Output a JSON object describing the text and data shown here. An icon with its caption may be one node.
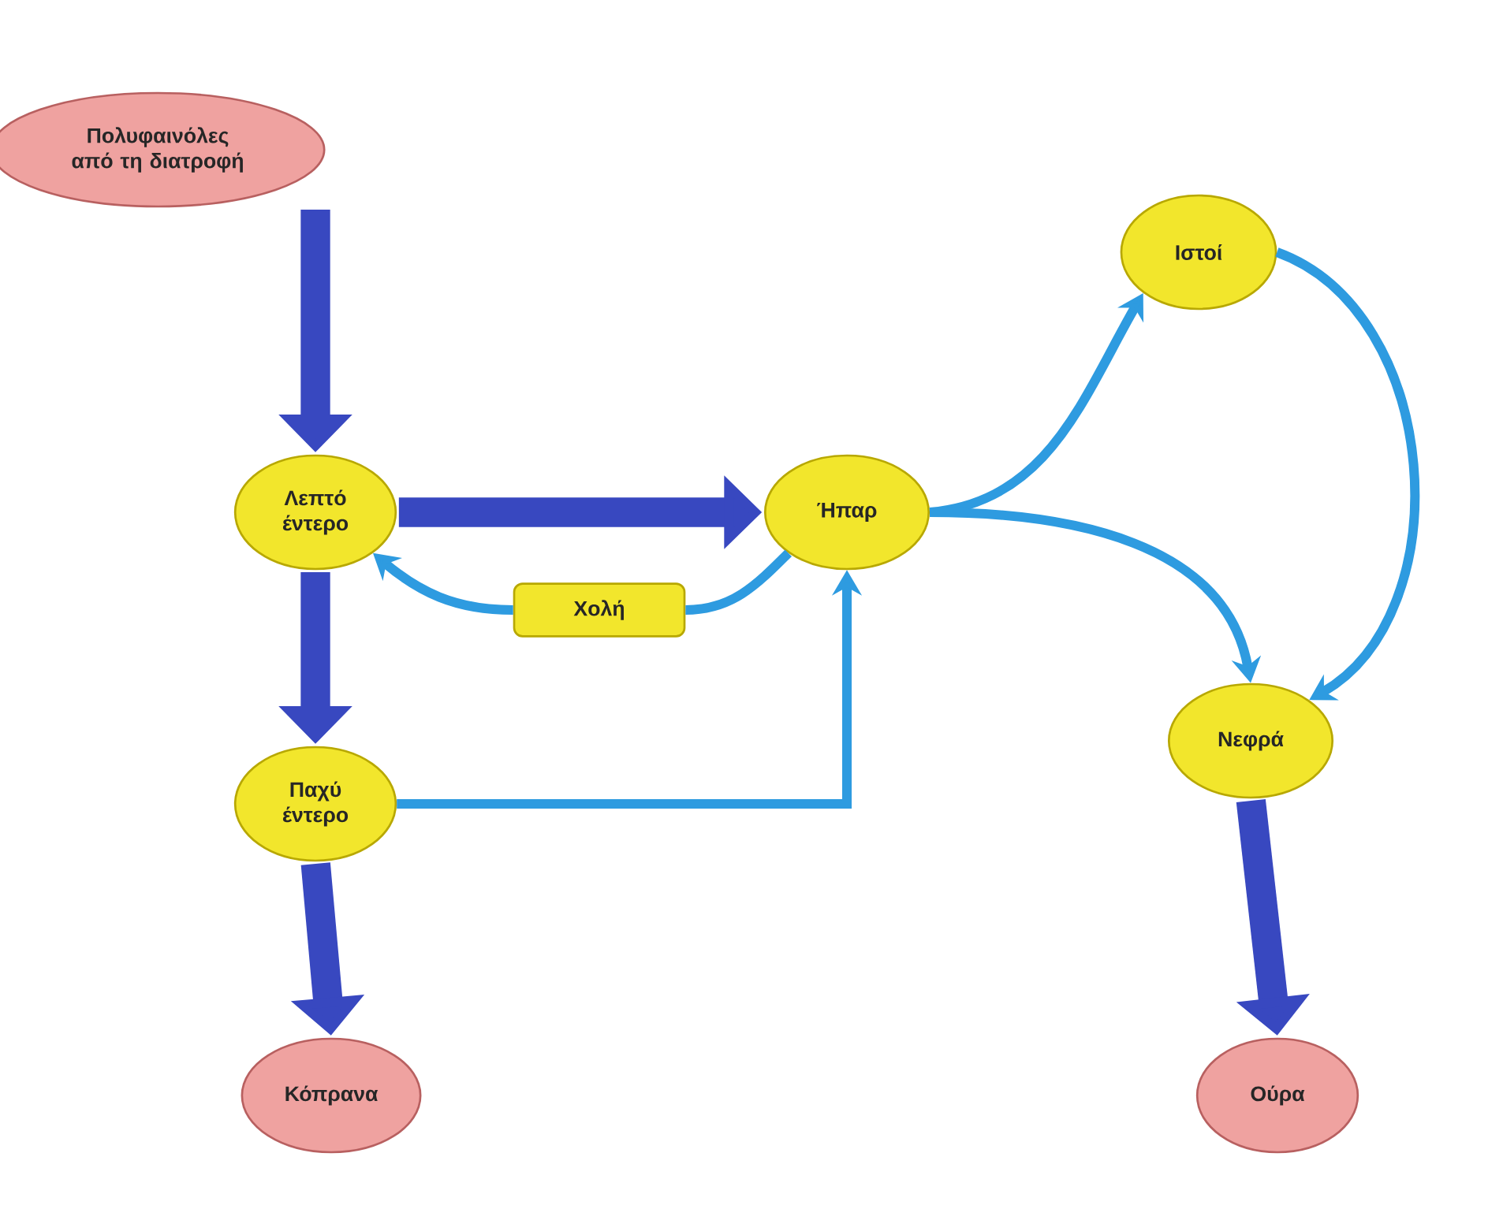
{
  "diagram": {
    "nodes": [
      {
        "text": [
          "Πολυφαινόλες από τη διατροφή"
        ]
      },
      {
        "text": [
          "Λεπτό έντερο"
        ]
      },
      {
        "text": [
          "Ήπαρ"
        ]
      },
      {
        "text": [
          "Χολή"
        ]
      },
      {
        "text": [
          "Παχύ έντερο"
        ]
      },
      {
        "text": [
          "Κόπρανα"
        ]
      },
      {
        "text": [
          "Ιστοί"
        ]
      },
      {
        "text": [
          "Νεφρά"
        ]
      },
      {
        "text": [
          "Ούρα"
        ]
      }
    ],
    "edges": [
      {
        "from": 0,
        "to": 1,
        "arrow": "to",
        "style": "thick",
        "color": "#3848c0"
      },
      {
        "from": 1,
        "to": 2,
        "arrow": "to",
        "style": "thick",
        "color": "#3848c0"
      },
      {
        "from": 1,
        "to": 4,
        "arrow": "to",
        "style": "thick",
        "color": "#3848c0"
      },
      {
        "from": 4,
        "to": 5,
        "arrow": "to",
        "style": "thick",
        "color": "#3848c0"
      },
      {
        "from": 2,
        "to": 3,
        "arrow": "none"
      },
      {
        "from": 3,
        "to": 1,
        "arrow": "to"
      },
      {
        "from": 4,
        "to": 2,
        "arrow": "to"
      },
      {
        "from": 2,
        "to": 6,
        "arrow": "to"
      },
      {
        "from": 2,
        "to": 7,
        "arrow": "to"
      },
      {
        "from": 6,
        "to": 7,
        "arrow": "to"
      },
      {
        "from": 7,
        "to": 8,
        "arrow": "to",
        "style": "thick",
        "color": "#3848c0"
      }
    ]
  }
}
